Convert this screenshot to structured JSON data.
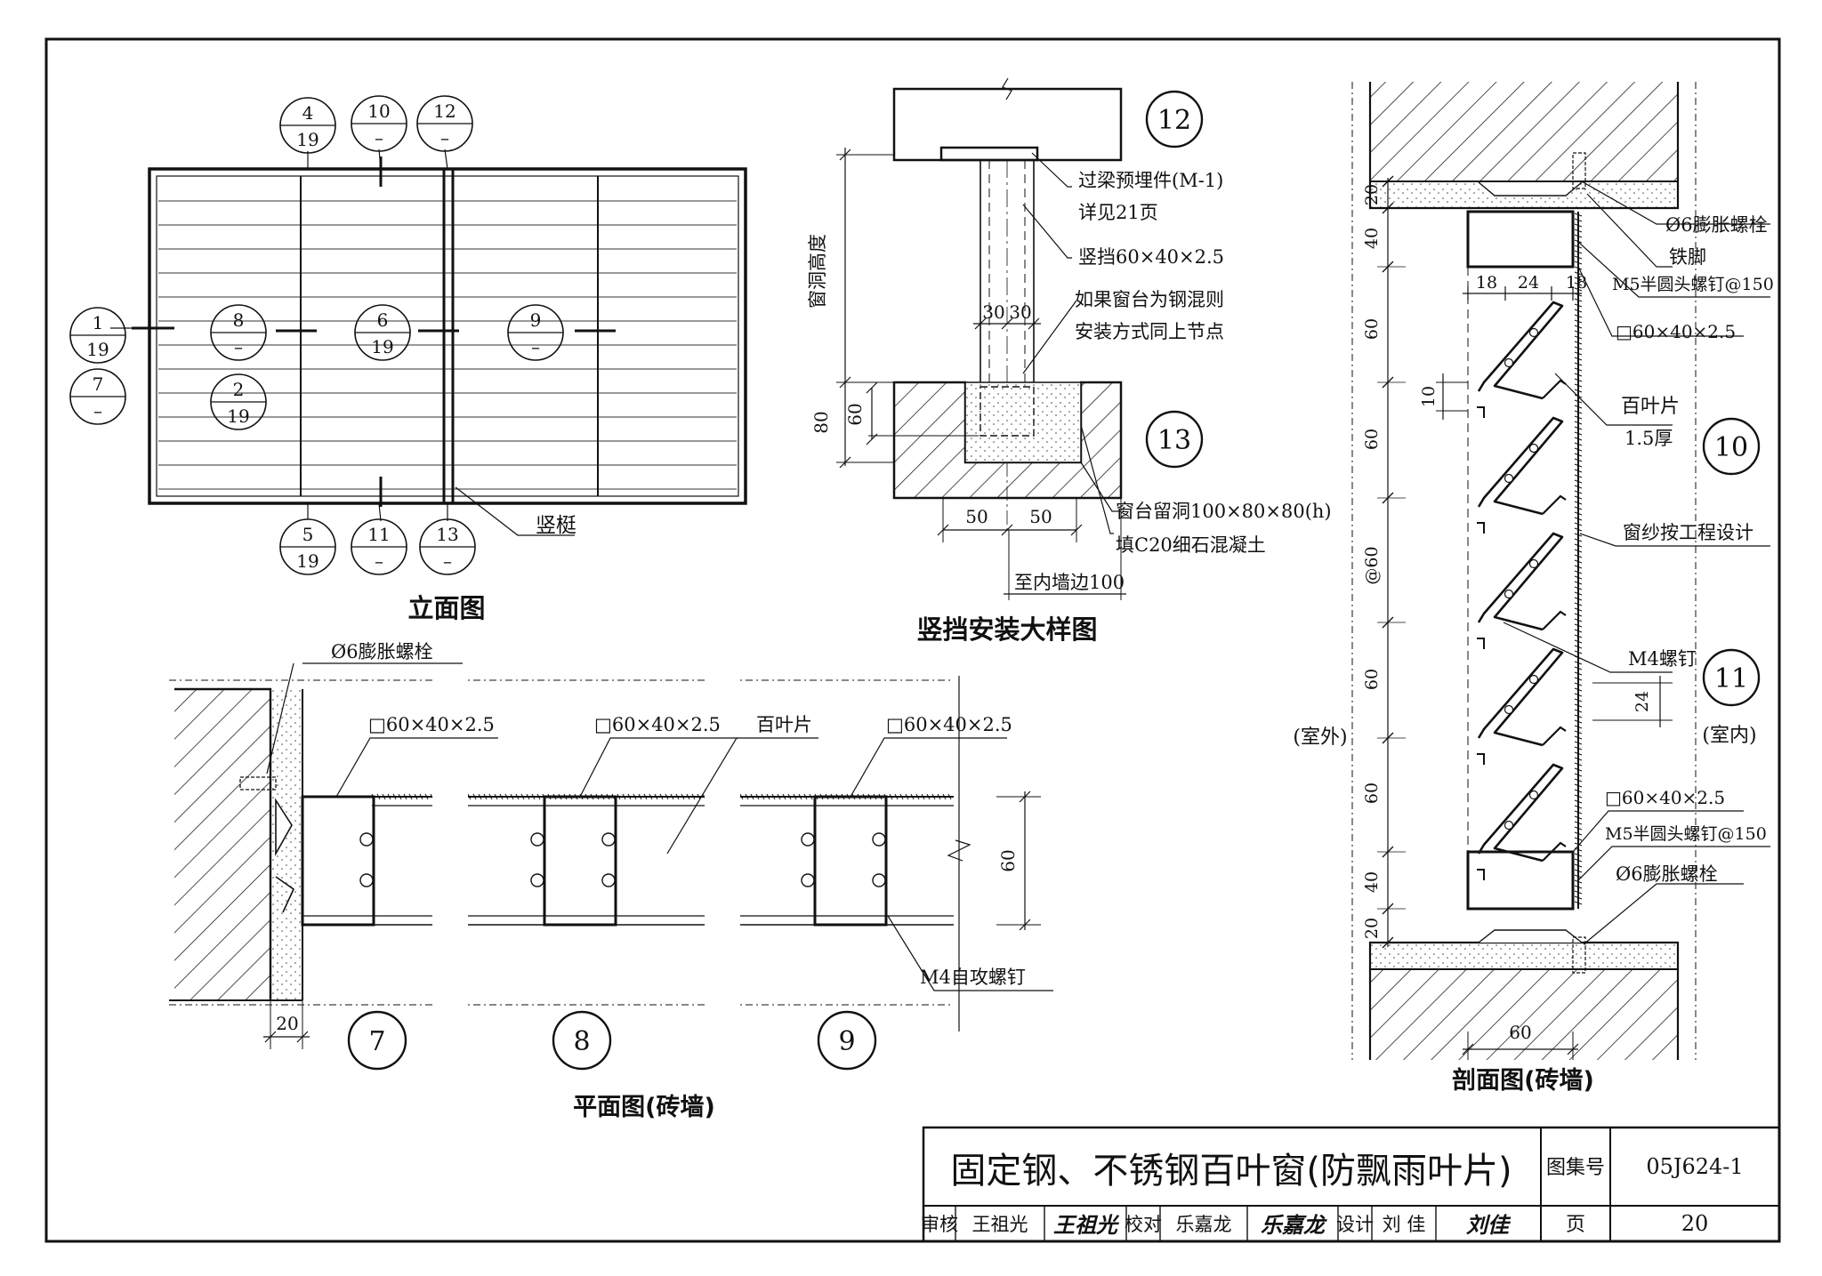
{
  "sheet": {
    "title": "固定钢、不锈钢百叶窗(防飘雨叶片)",
    "atlas_label": "图集号",
    "atlas_no": "05J624-1",
    "page_label": "页",
    "page_no": "20",
    "review_label": "审核",
    "reviewer": "王祖光",
    "reviewer_sign": "王祖光",
    "check_label": "校对",
    "checker": "乐嘉龙",
    "checker_sign": "乐嘉龙",
    "design_label": "设计",
    "designer": "刘 佳",
    "designer_sign": "刘佳"
  },
  "elevation": {
    "caption": "立面图",
    "mullion_label": "竖梃",
    "refs": [
      {
        "top": "4",
        "bottom": "19"
      },
      {
        "top": "10",
        "bottom": "–"
      },
      {
        "top": "12",
        "bottom": "–"
      },
      {
        "top": "1",
        "bottom": "19"
      },
      {
        "top": "7",
        "bottom": "–"
      },
      {
        "top": "8",
        "bottom": "–"
      },
      {
        "top": "2",
        "bottom": "19"
      },
      {
        "top": "6",
        "bottom": "19"
      },
      {
        "top": "9",
        "bottom": "–"
      },
      {
        "top": "5",
        "bottom": "19"
      },
      {
        "top": "11",
        "bottom": "–"
      },
      {
        "top": "13",
        "bottom": "–"
      }
    ]
  },
  "mullion_detail": {
    "caption": "竖挡安装大样图",
    "node_top": "12",
    "node_bottom": "13",
    "labels": {
      "embedded_part": "过梁预埋件(M-1)",
      "see_page": "详见21页",
      "mullion_spec": "竖挡60×40×2.5",
      "if_concrete": "如果窗台为钢混则",
      "same_node": "安装方式同上节点",
      "sill_hole": "窗台留洞100×80×80(h)",
      "fill": "填C20细石混凝土",
      "to_inner": "至内墙边100",
      "opening_height": "窗洞高度"
    },
    "dims": {
      "d30a": "30",
      "d30b": "30",
      "d80": "80",
      "d60": "60",
      "d50a": "50",
      "d50b": "50"
    }
  },
  "plan": {
    "caption": "平面图(砖墙)",
    "bolt": "Ø6膨胀螺栓",
    "tube_a": "□60×40×2.5",
    "tube_b": "□60×40×2.5",
    "tube_c": "□60×40×2.5",
    "louver": "百叶片",
    "screw": "M4自攻螺钉",
    "dim60": "60",
    "dim20": "20",
    "nodes": [
      "7",
      "8",
      "9"
    ]
  },
  "section": {
    "caption": "剖面图(砖墙)",
    "outside": "(室外)",
    "inside": "(室内)",
    "bolt_top": "Ø6膨胀螺栓",
    "iron_foot": "铁脚",
    "screw_top": "M5半圆头螺钉@150",
    "tube_top": "□60×40×2.5",
    "blade": "百叶片",
    "blade_thk": "1.5厚",
    "screen": "窗纱按工程设计",
    "m4": "M4螺钉",
    "tube_bottom": "□60×40×2.5",
    "screw_bottom": "M5半圆头螺钉@150",
    "bolt_bottom": "Ø6膨胀螺栓",
    "node_a": "10",
    "node_b": "11",
    "dims": {
      "d20_top": "20",
      "d40_top": "40",
      "d60_1": "60",
      "d60_2": "60",
      "d_at60": "@60",
      "d60_3": "60",
      "d60_4": "60",
      "d40_bottom": "40",
      "d20_bottom": "20",
      "d18a": "18",
      "d24": "24",
      "d18b": "18",
      "d10": "10",
      "d24b": "24",
      "d60_bottom": "60"
    }
  }
}
